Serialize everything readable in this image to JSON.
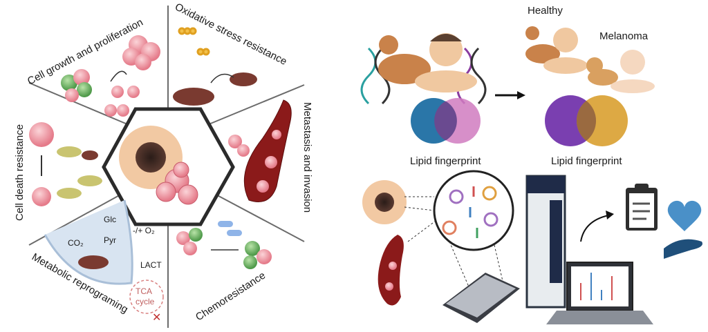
{
  "left_panel": {
    "segments": {
      "growth": "Cell growth and proliferation",
      "oxidative": "Oxidative stress resistance",
      "metastasis": "Metastasis and invasion",
      "chemo": "Chemoresistance",
      "metabolic": "Metabolic reprograming",
      "death": "Cell death resistance"
    },
    "metabolism": {
      "glc": "Glc",
      "pyr": "Pyr",
      "co2": "CO₂",
      "oxygen": "-/+ O₂",
      "lact": "LACT",
      "tca_line1": "TCA",
      "tca_line2": "cycle"
    }
  },
  "right_panel": {
    "healthy": "Healthy",
    "melanoma": "Melanoma",
    "lipid_fingerprint_left": "Lipid fingerprint",
    "lipid_fingerprint_right": "Lipid fingerprint"
  },
  "colors": {
    "hex_outline": "#2b2b2b",
    "tumor_halo": "#f2c9a3",
    "venn_blue": "#1f6fa3",
    "venn_pink": "#d07bbf",
    "venn_purple": "#7a3fb0",
    "venn_gold": "#d9a030",
    "vessel": "#8b1a1a",
    "heart": "#4a90c8"
  }
}
